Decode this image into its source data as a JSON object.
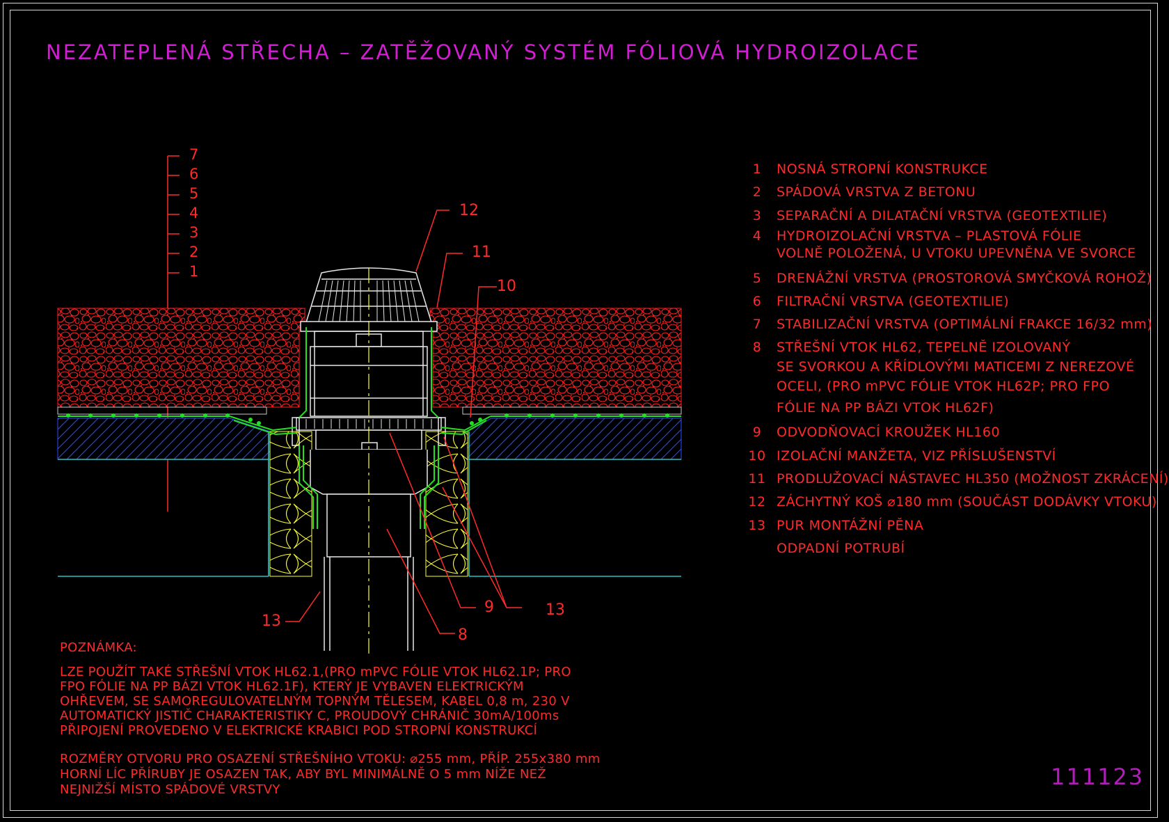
{
  "title": "NEZATEPLENÁ STŘECHA – ZATĚŽOVANÝ SYSTÉM FÓLIOVÁ HYDROIZOLACE",
  "drawing_number": "111123",
  "layer_scale": [
    "7",
    "6",
    "5",
    "4",
    "3",
    "2",
    "1"
  ],
  "callouts": {
    "c12": "12",
    "c11": "11",
    "c10": "10",
    "c9": "9",
    "c13a": "13",
    "c13b": "13",
    "c8": "8"
  },
  "legend": [
    {
      "num": "1",
      "lines": [
        "NOSNÁ STROPNÍ KONSTRUKCE"
      ]
    },
    {
      "num": "2",
      "lines": [
        "SPÁDOVÁ VRSTVA Z BETONU"
      ]
    },
    {
      "num": "3",
      "lines": [
        "SEPARAČNÍ A DILATAČNÍ VRSTVA (GEOTEXTILIE)"
      ]
    },
    {
      "num": "4",
      "lines": [
        "HYDROIZOLAČNÍ VRSTVA – PLASTOVÁ FÓLIE",
        "VOLNĚ POLOŽENÁ, U VTOKU UPEVNĚNA VE SVORCE"
      ]
    },
    {
      "num": "5",
      "lines": [
        "DRENÁŽNÍ VRSTVA (PROSTOROVÁ SMYČKOVÁ ROHOŽ)"
      ]
    },
    {
      "num": "6",
      "lines": [
        "FILTRAČNÍ VRSTVA (GEOTEXTILIE)"
      ]
    },
    {
      "num": "7",
      "lines": [
        "STABILIZAČNÍ VRSTVA (OPTIMÁLNÍ FRAKCE 16/32 mm)"
      ]
    },
    {
      "num": "8",
      "lines": [
        "STŘEŠNÍ VTOK HL62, TEPELNĚ IZOLOVANÝ",
        "SE SVORKOU A KŘÍDLOVÝMI MATICEMI Z NEREZOVÉ",
        "OCELI, (PRO mPVC FÓLIE VTOK HL62P; PRO FPO",
        "FÓLIE NA PP BÁZI VTOK HL62F)"
      ]
    },
    {
      "num": "9",
      "lines": [
        "ODVODŇOVACÍ KROUŽEK HL160"
      ]
    },
    {
      "num": "10",
      "lines": [
        "IZOLAČNÍ MANŽETA, VIZ PŘÍSLUŠENSTVÍ"
      ]
    },
    {
      "num": "11",
      "lines": [
        "PRODLUŽOVACÍ NÁSTAVEC HL350 (MOŽNOST ZKRÁCENÍ)"
      ]
    },
    {
      "num": "12",
      "lines": [
        "ZÁCHYTNÝ KOŠ ⌀180 mm (SOUČÁST DODÁVKY VTOKU)"
      ]
    },
    {
      "num": "13",
      "lines": [
        "PUR MONTÁŽNÍ PĚNA"
      ]
    },
    {
      "num": "",
      "lines": [
        "ODPADNÍ POTRUBÍ"
      ]
    }
  ],
  "note": {
    "heading": "POZNÁMKA:",
    "para1": [
      "LZE POUŽÍT TAKÉ STŘEŠNÍ VTOK HL62.1,(PRO mPVC FÓLIE VTOK HL62.1P; PRO",
      "FPO FÓLIE NA PP BÁZI VTOK HL62.1F), KTERÝ JE VYBAVEN ELEKTRICKÝM",
      "OHŘEVEM, SE SAMOREGULOVATELNÝM TOPNÝM TĚLESEM, KABEL 0,8 m, 230 V",
      "AUTOMATICKÝ JISTIČ CHARAKTERISTIKY C, PROUDOVÝ CHRÁNIČ 30mA/100ms",
      "PŘIPOJENÍ PROVEDENO V ELEKTRICKÉ KRABICI POD STROPNÍ KONSTRUKCÍ"
    ],
    "para2": [
      "ROZMĚRY OTVORU PRO OSAZENÍ STŘEŠNÍHO VTOKU: ⌀255 mm, PŘÍP. 255x380 mm",
      "HORNÍ LÍC PŘÍRUBY JE OSAZEN TAK, ABY BYL MINIMÁLNĚ O 5 mm NÍŽE NEŽ",
      "NEJNIŽŠÍ MÍSTO SPÁDOVÉ VRSTVY"
    ]
  },
  "colors": {
    "gravel": "#ff2020",
    "concrete_hatch": "#2a4cff",
    "insulation": "#ffff33",
    "membrane": "#22e022",
    "structure": "#26c6c6",
    "drain_body": "#e8e8e8",
    "title": "#d21ed2",
    "text": "#ff2a2a"
  }
}
